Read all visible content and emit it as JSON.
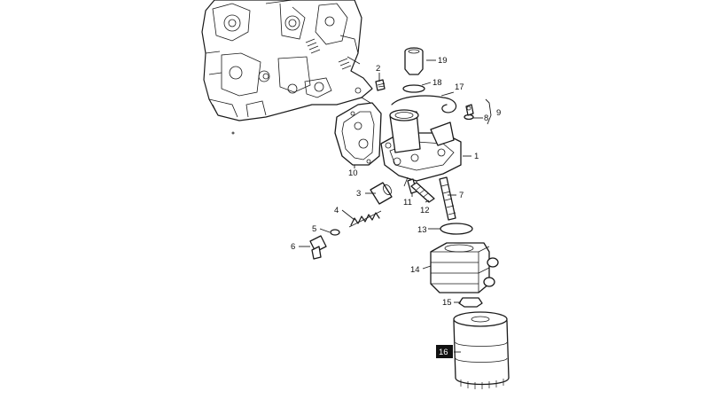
{
  "callouts": {
    "c1": "1",
    "c2": "2",
    "c3": "3",
    "c4": "4",
    "c5": "5",
    "c6": "6",
    "c7": "7",
    "c8": "8",
    "c9": "9",
    "c10": "10",
    "c11": "11",
    "c12": "12",
    "c13": "13",
    "c14": "14",
    "c15": "15",
    "c16": "16",
    "c17": "17",
    "c18": "18",
    "c19": "19"
  },
  "highlighted_callout": "16",
  "colors": {
    "line": "#1a1a1a",
    "highlight_bg": "#111111",
    "highlight_text": "#ffffff",
    "background": "#ffffff"
  }
}
